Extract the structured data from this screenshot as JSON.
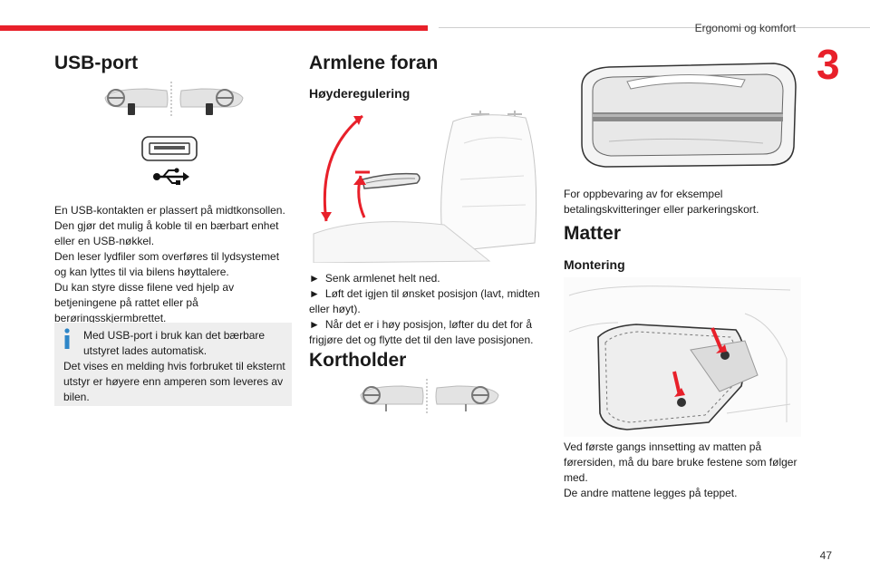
{
  "header": {
    "chapter_title": "Ergonomi og komfort",
    "chapter_number": "3",
    "accent_color": "#e8202a"
  },
  "page_number": "47",
  "usb": {
    "title": "USB-port",
    "paragraphs": [
      "En USB-kontakten er plassert på midtkonsollen.",
      "Den gjør det mulig å koble til en bærbart enhet eller en USB-nøkkel.",
      "Den leser lydfiler som overføres til lydsystemet og kan lyttes til via bilens høyttalere.",
      "Du kan styre disse filene ved hjelp av betjeningene på rattet eller på berøringsskjermbrettet."
    ],
    "info": {
      "line1": "Med USB-port i bruk kan det bærbare utstyret lades automatisk.",
      "line2": "Det vises en melding hvis forbruket til eksternt utstyr er høyere enn amperen som leveres av bilen."
    }
  },
  "armrest": {
    "title": "Armlene foran",
    "subtitle": "Høyderegulering",
    "steps": [
      "Senk armlenet helt ned.",
      "Løft det igjen til ønsket posisjon (lavt, midten eller høyt).",
      "Når det er i høy posisjon, løfter du det for å frigjøre det og flytte det til den lave posisjonen."
    ],
    "bullet_glyph": "►"
  },
  "cardholder": {
    "title": "Kortholder",
    "caption": "For oppbevaring av for eksempel betalingskvitteringer eller parkeringskort."
  },
  "mats": {
    "title": "Matter",
    "subtitle": "Montering",
    "paragraphs": [
      "Ved første gangs innsetting av matten på førersiden, må du bare bruke festene som følger med.",
      "De andre mattene legges på teppet."
    ]
  }
}
